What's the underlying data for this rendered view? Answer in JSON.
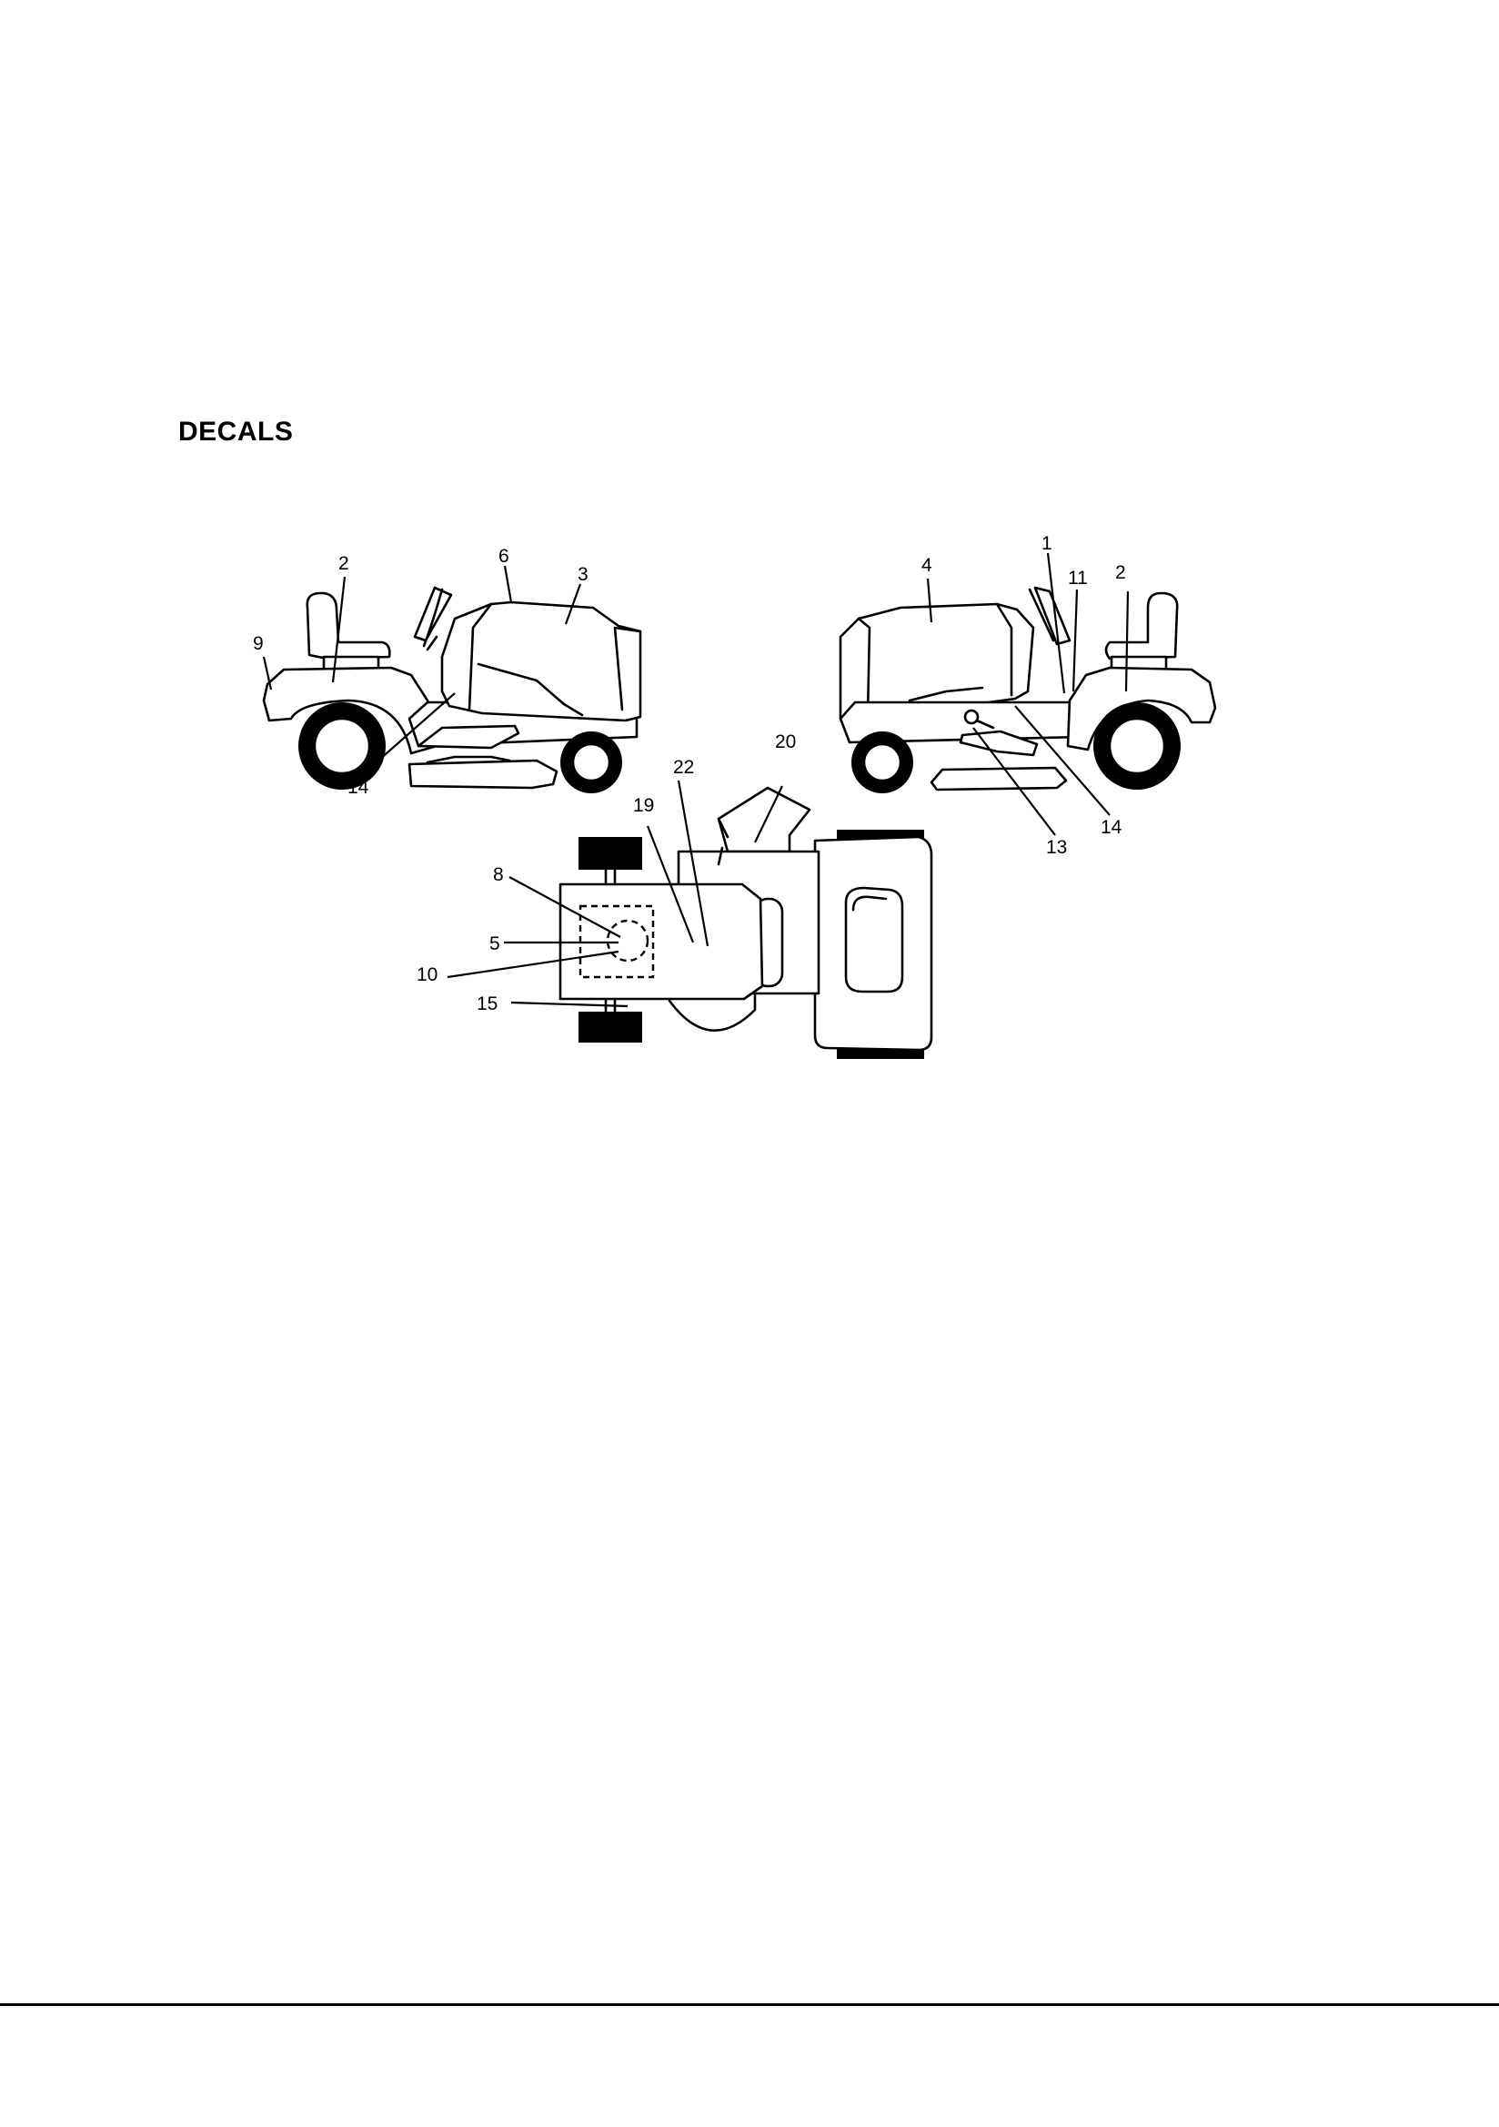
{
  "title": "DECALS",
  "callouts": {
    "left_view": [
      "2",
      "6",
      "3",
      "9",
      "14"
    ],
    "right_view": [
      "4",
      "1",
      "11",
      "2",
      "13",
      "14"
    ],
    "top_view": [
      "22",
      "20",
      "19",
      "8",
      "5",
      "10",
      "15"
    ]
  }
}
